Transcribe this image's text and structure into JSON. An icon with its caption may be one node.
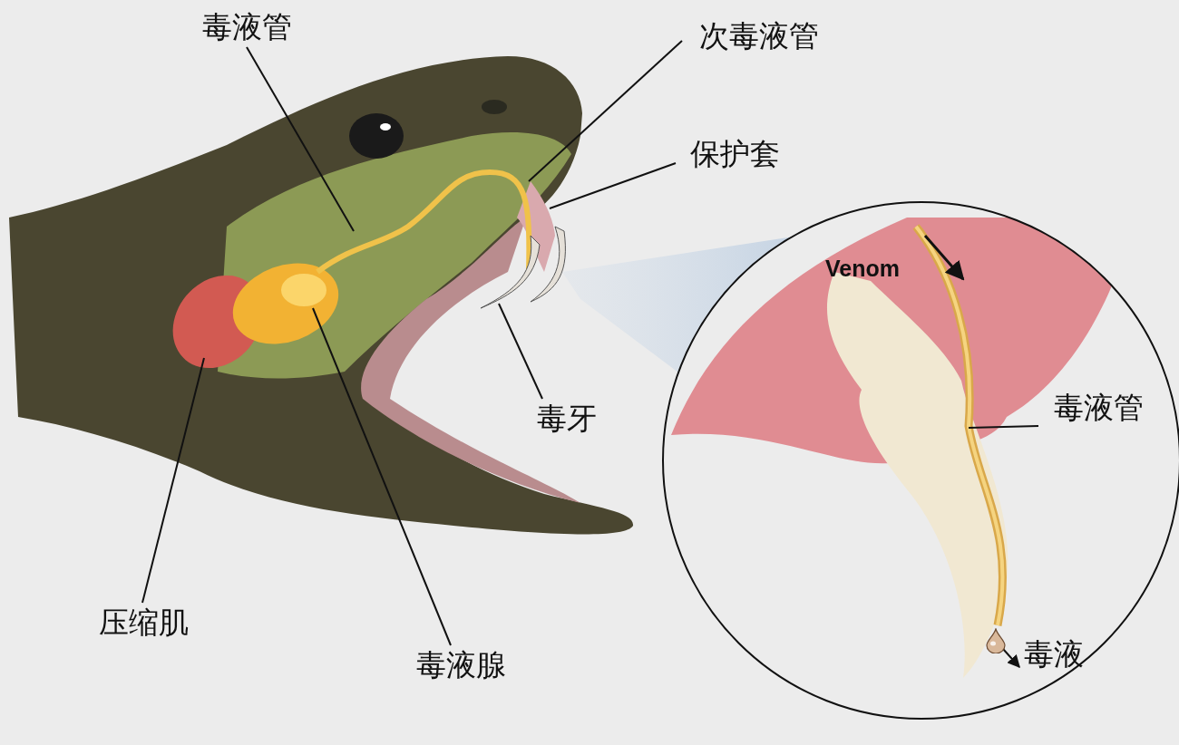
{
  "diagram": {
    "nodes": [
      {
        "text": [
          "毒液管"
        ]
      },
      {
        "text": [
          "次毒液管"
        ]
      },
      {
        "text": [
          "保护套"
        ]
      },
      {
        "text": [
          "毒牙"
        ]
      },
      {
        "text": [
          "压缩肌"
        ]
      },
      {
        "text": [
          "毒液腺"
        ]
      },
      {
        "text": [
          "毒液管"
        ]
      },
      {
        "text": [
          "毒液"
        ]
      },
      {
        "text": [],
        "shape": "picture"
      }
    ],
    "edges": [
      {
        "from": 0,
        "to": null,
        "arrow": "none"
      },
      {
        "from": 1,
        "to": null,
        "arrow": "none"
      },
      {
        "from": 2,
        "to": null,
        "arrow": "none"
      },
      {
        "from": 3,
        "to": null,
        "arrow": "none"
      },
      {
        "from": 4,
        "to": null,
        "arrow": "none"
      },
      {
        "from": 5,
        "to": null,
        "arrow": "none"
      },
      {
        "from": 6,
        "to": null,
        "arrow": "none"
      },
      {
        "from": 8,
        "to": 7,
        "arrow": "to"
      }
    ],
    "labels": [
      "Venom"
    ]
  }
}
